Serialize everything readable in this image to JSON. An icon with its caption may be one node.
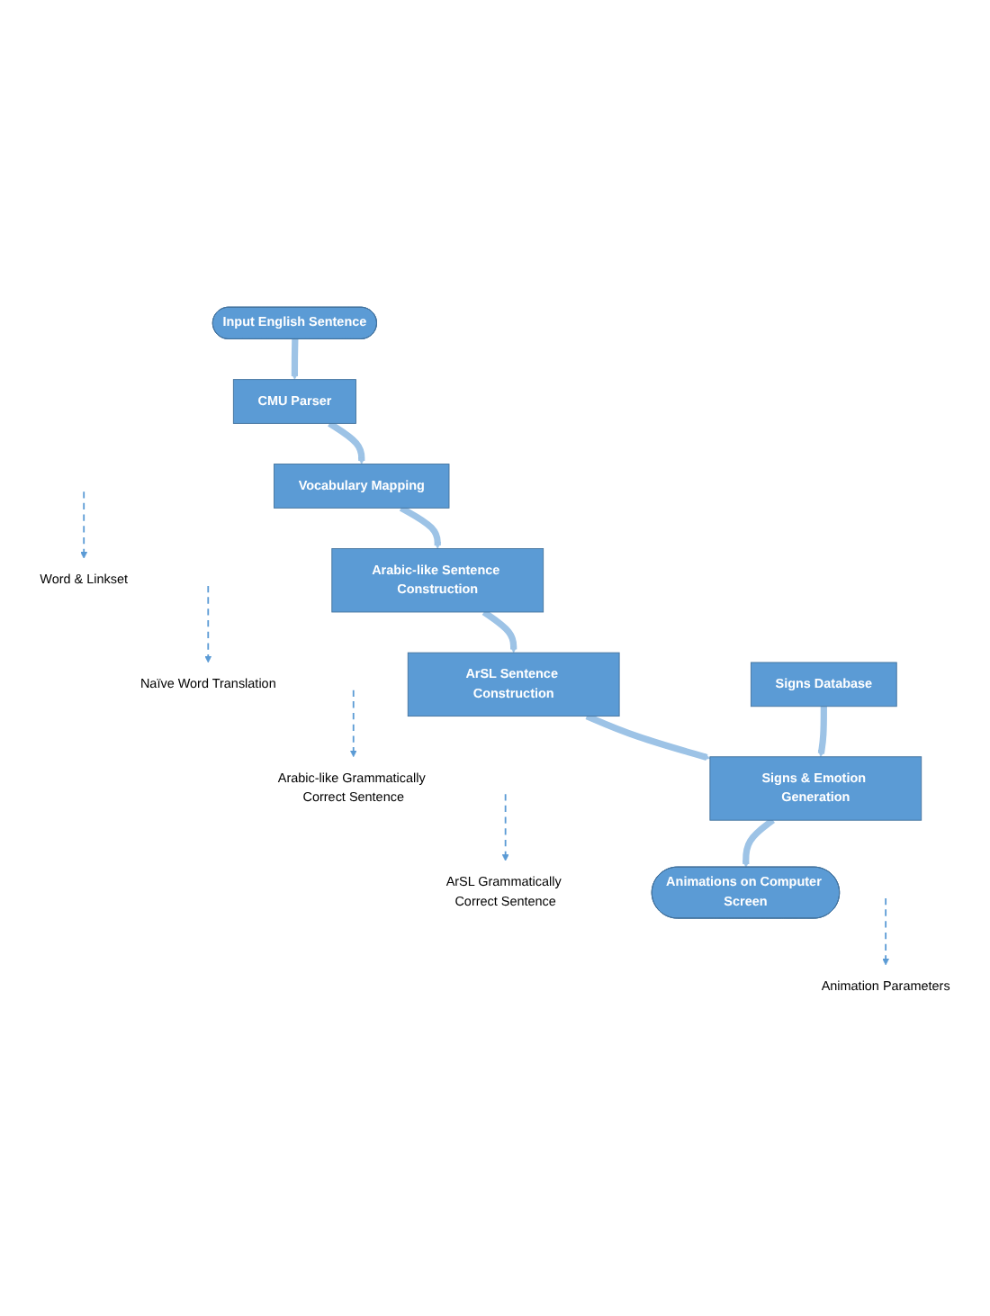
{
  "diagram": {
    "nodes": [
      {
        "text": [
          "Input English Sentence"
        ]
      },
      {
        "text": [
          "CMU Parser"
        ]
      },
      {
        "text": [
          "Word & Linkset"
        ]
      },
      {
        "text": [
          "Vocabulary Mapping"
        ]
      },
      {
        "text": [
          "Naïve Word Translation"
        ]
      },
      {
        "text": [
          "Arabic-like Sentence Construction"
        ]
      },
      {
        "text": [
          "Arabic-like Grammatically Correct Sentence"
        ]
      },
      {
        "text": [
          "ArSL Sentence Construction"
        ]
      },
      {
        "text": [
          "ArSL Grammatically Correct Sentence"
        ]
      },
      {
        "text": [
          "Signs Database"
        ]
      },
      {
        "text": [
          "Signs & Emotion Generation"
        ]
      },
      {
        "text": [
          "Animation Parameters"
        ]
      },
      {
        "text": [
          "Animations on Computer Screen"
        ]
      }
    ],
    "edges": [
      {
        "from": 0,
        "to": 1,
        "arrow": "to"
      },
      {
        "from": 1,
        "to": 3,
        "arrow": "to"
      },
      {
        "from": null,
        "to": 2,
        "arrow": "to",
        "style": "dashed",
        "color": "#5b9bd5"
      },
      {
        "from": 3,
        "to": 5,
        "arrow": "to"
      },
      {
        "from": null,
        "to": 4,
        "arrow": "to",
        "style": "dashed",
        "color": "#5b9bd5"
      },
      {
        "from": 5,
        "to": 7,
        "arrow": "to"
      },
      {
        "from": null,
        "to": 6,
        "arrow": "to",
        "style": "dashed",
        "color": "#5b9bd5"
      },
      {
        "from": 7,
        "to": 10,
        "arrow": "to"
      },
      {
        "from": null,
        "to": 8,
        "arrow": "to",
        "style": "dashed",
        "color": "#5b9bd5"
      },
      {
        "from": 9,
        "to": 10,
        "arrow": "to"
      },
      {
        "from": 10,
        "to": 12,
        "arrow": "to"
      },
      {
        "from": null,
        "to": 11,
        "arrow": "to",
        "style": "dashed",
        "color": "#5b9bd5"
      }
    ]
  }
}
